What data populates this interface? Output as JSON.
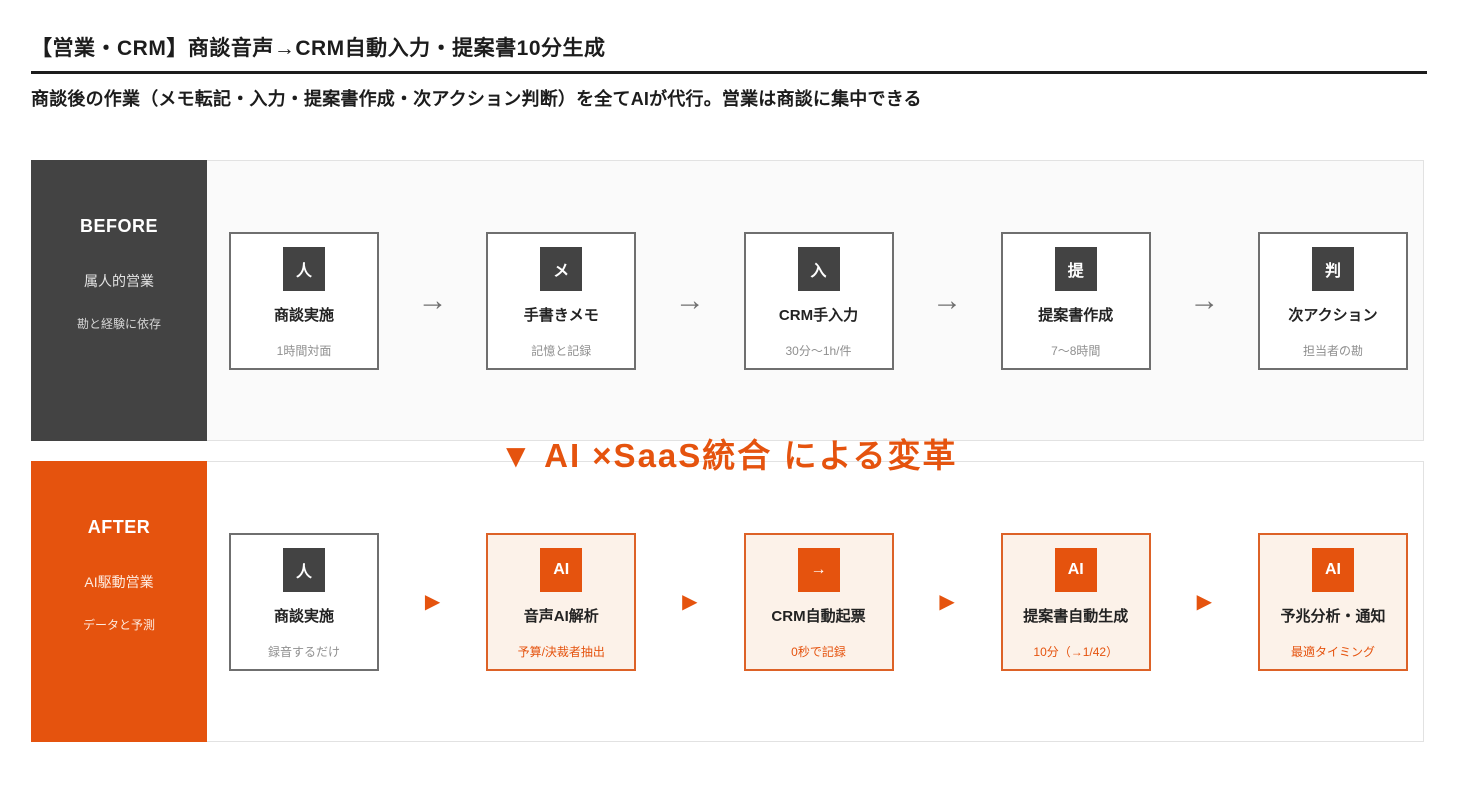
{
  "header": {
    "title": "【営業・CRM】商談音声→CRM自動入力・提案書10分生成",
    "subtitle": "商談後の作業（メモ転記・入力・提案書作成・次アクション判断）を全てAIが代行。営業は商談に集中できる"
  },
  "transform_label": "▼ AI ×SaaS統合 による変革",
  "colors": {
    "accent_orange": "#e5530e",
    "dark_gray": "#434343",
    "ai_card_background": "#fcf2e9",
    "before_panel_background": "#fafafa"
  },
  "before": {
    "label": "BEFORE",
    "line1": "属人的営業",
    "line2": "勘と経験に依存",
    "arrow": "→",
    "steps": [
      {
        "icon": "人",
        "title": "商談実施",
        "note": "1時間対面"
      },
      {
        "icon": "メ",
        "title": "手書きメモ",
        "note": "記憶と記録"
      },
      {
        "icon": "入",
        "title": "CRM手入力",
        "note": "30分〜1h/件"
      },
      {
        "icon": "提",
        "title": "提案書作成",
        "note": "7〜8時間"
      },
      {
        "icon": "判",
        "title": "次アクション",
        "note": "担当者の勘"
      }
    ]
  },
  "after": {
    "label": "AFTER",
    "line1": "AI駆動営業",
    "line2": "データと予測",
    "arrow": "▶",
    "steps": [
      {
        "icon": "人",
        "title": "商談実施",
        "note": "録音するだけ"
      },
      {
        "icon": "AI",
        "title": "音声AI解析",
        "note": "予算/決裁者抽出"
      },
      {
        "icon": "→",
        "title": "CRM自動起票",
        "note": "0秒で記録"
      },
      {
        "icon": "AI",
        "title": "提案書自動生成",
        "note": "10分（→1/42）"
      },
      {
        "icon": "AI",
        "title": "予兆分析・通知",
        "note": "最適タイミング"
      }
    ]
  }
}
